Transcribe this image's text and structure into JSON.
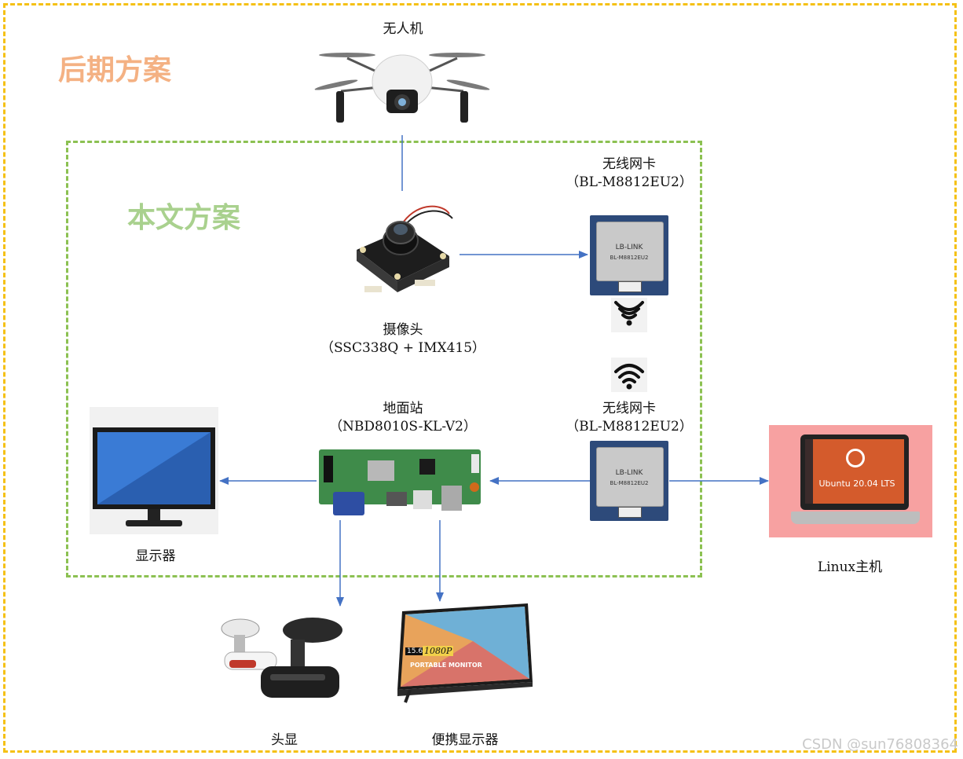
{
  "titles": {
    "outer": "后期方案",
    "inner": "本文方案"
  },
  "nodes": {
    "drone": {
      "name": "无人机"
    },
    "camera": {
      "name": "摄像头",
      "model": "（SSC338Q + IMX415）"
    },
    "nic_top": {
      "name": "无线网卡",
      "model": "（BL-M8812EU2）",
      "brand": "LB-LINK",
      "part": "BL-M8812EU2"
    },
    "nic_bottom": {
      "name": "无线网卡",
      "model": "（BL-M8812EU2）",
      "brand": "LB-LINK",
      "part": "BL-M8812EU2"
    },
    "ground_station": {
      "name": "地面站",
      "model": "（NBD8010S-KL-V2）"
    },
    "monitor": {
      "name": "显示器"
    },
    "linux_host": {
      "name": "Linux主机",
      "screen_text": "Ubuntu 20.04 LTS"
    },
    "headset": {
      "name": "头显"
    },
    "portable_monitor": {
      "name": "便携显示器",
      "size_badge": "15.6\"",
      "res_badge": "1080P",
      "caption": "PORTABLE MONITOR"
    }
  },
  "colors": {
    "outer_frame": "#f5c116",
    "inner_frame": "#8cc152",
    "arrow": "#4472c4",
    "outer_title": "#f4b183",
    "inner_title": "#a9d18e"
  },
  "watermark": "CSDN @sun76808364"
}
